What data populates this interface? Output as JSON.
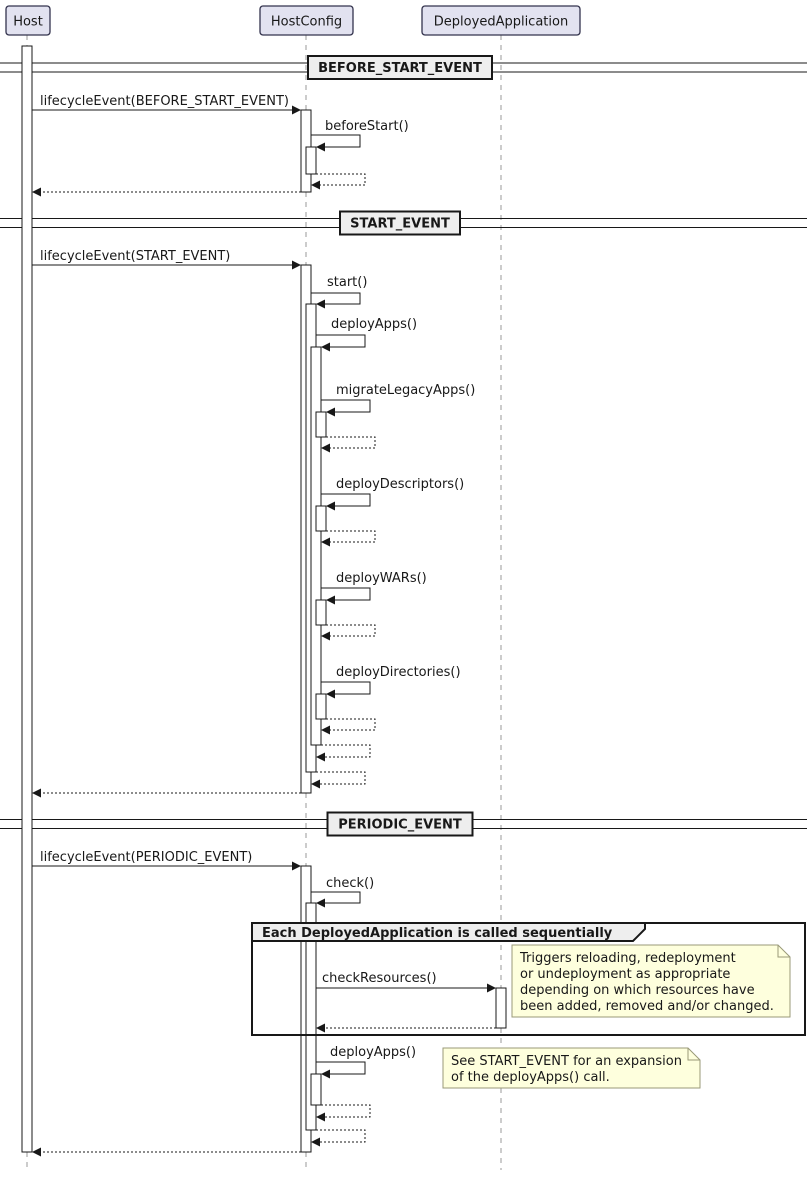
{
  "participants": [
    {
      "label": "Host"
    },
    {
      "label": "HostConfig"
    },
    {
      "label": "DeployedApplication"
    }
  ],
  "dividers": {
    "before_start": "BEFORE_START_EVENT",
    "start": "START_EVENT",
    "periodic": "PERIODIC_EVENT"
  },
  "messages": {
    "lifecycle_before": "lifecycleEvent(BEFORE_START_EVENT)",
    "before_start_call": "beforeStart()",
    "lifecycle_start": "lifecycleEvent(START_EVENT)",
    "start_call": "start()",
    "deploy_apps": "deployApps()",
    "migrate_legacy_apps": "migrateLegacyApps()",
    "deploy_descriptors": "deployDescriptors()",
    "deploy_wars": "deployWARs()",
    "deploy_directories": "deployDirectories()",
    "lifecycle_periodic": "lifecycleEvent(PERIODIC_EVENT)",
    "check_call": "check()",
    "check_resources": "checkResources()",
    "deploy_apps_periodic": "deployApps()"
  },
  "frame": {
    "label": "Each DeployedApplication is called sequentially"
  },
  "notes": {
    "check_resources_note": {
      "line1": "Triggers reloading, redeployment",
      "line2": "or undeployment as appropriate",
      "line3": "depending on which resources have",
      "line4": "been added, removed and/or changed."
    },
    "deploy_apps_note": {
      "line1": "See START_EVENT for an expansion",
      "line2": "of the deployApps() call."
    }
  },
  "colors": {
    "participant_fill": "#E2E2F0",
    "label_box_fill": "#EEEEEE",
    "note_fill": "#FEFFDD",
    "line": "#181818",
    "lifeline": "#999999"
  }
}
